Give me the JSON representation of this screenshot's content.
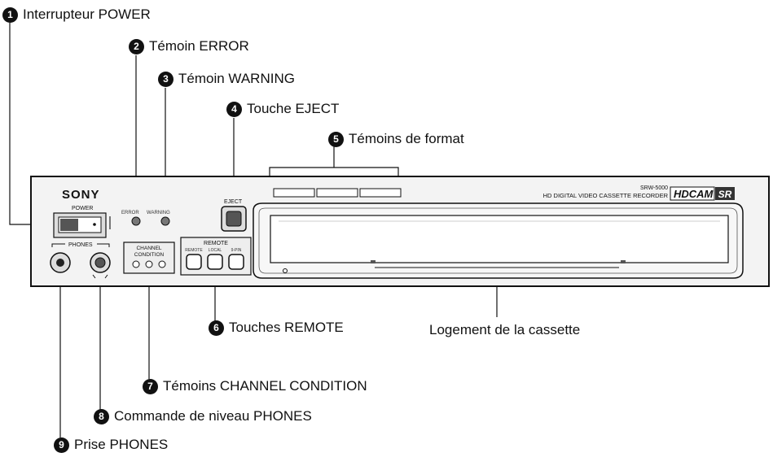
{
  "callouts": [
    {
      "number": "1",
      "label": "Interrupteur POWER"
    },
    {
      "number": "2",
      "label": "Témoin ERROR"
    },
    {
      "number": "3",
      "label": "Témoin WARNING"
    },
    {
      "number": "4",
      "label": "Touche EJECT"
    },
    {
      "number": "5",
      "label": "Témoins de format"
    },
    {
      "number": "6",
      "label": "Touches REMOTE"
    },
    {
      "number": "7",
      "label": "Témoins CHANNEL CONDITION"
    },
    {
      "number": "8",
      "label": "Commande de niveau PHONES"
    },
    {
      "number": "9",
      "label": "Prise PHONES"
    }
  ],
  "cassette_slot_label": "Logement de la cassette",
  "panel": {
    "brand": "SONY",
    "power_label": "POWER",
    "error_label": "ERROR",
    "warning_label": "WARNING",
    "eject_label": "EJECT",
    "channel_label_line1": "CHANNEL",
    "channel_label_line2": "CONDITION",
    "remote_label": "REMOTE",
    "remote_sub_labels": [
      "REMOTE",
      "LOCAL",
      "9-PIN"
    ],
    "phones_label": "PHONES",
    "model": "SRW-5000",
    "model_description": "HD DIGITAL VIDEO CASSETTE RECORDER",
    "logo_text": "HDCAM",
    "logo_badge": "SR"
  }
}
